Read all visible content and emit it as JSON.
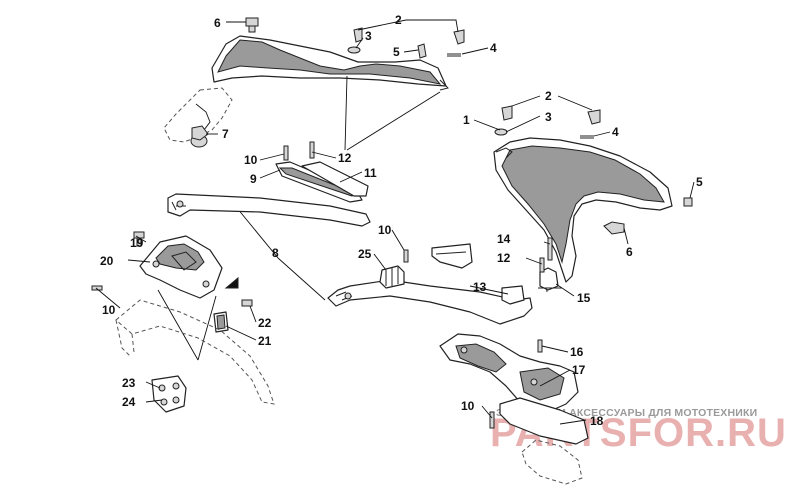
{
  "callouts": [
    "1",
    "2",
    "3",
    "4",
    "5",
    "6",
    "7",
    "8",
    "9",
    "10",
    "11",
    "12",
    "13",
    "14",
    "15",
    "16",
    "17",
    "18",
    "19",
    "20",
    "21",
    "22",
    "23",
    "24",
    "25"
  ],
  "watermark": {
    "tagline": "ЗАПЧАСТИ И АКСЕССУАРЫ ДЛЯ МОТОТЕХНИКИ",
    "brand": "PARTSFOR.RU"
  }
}
